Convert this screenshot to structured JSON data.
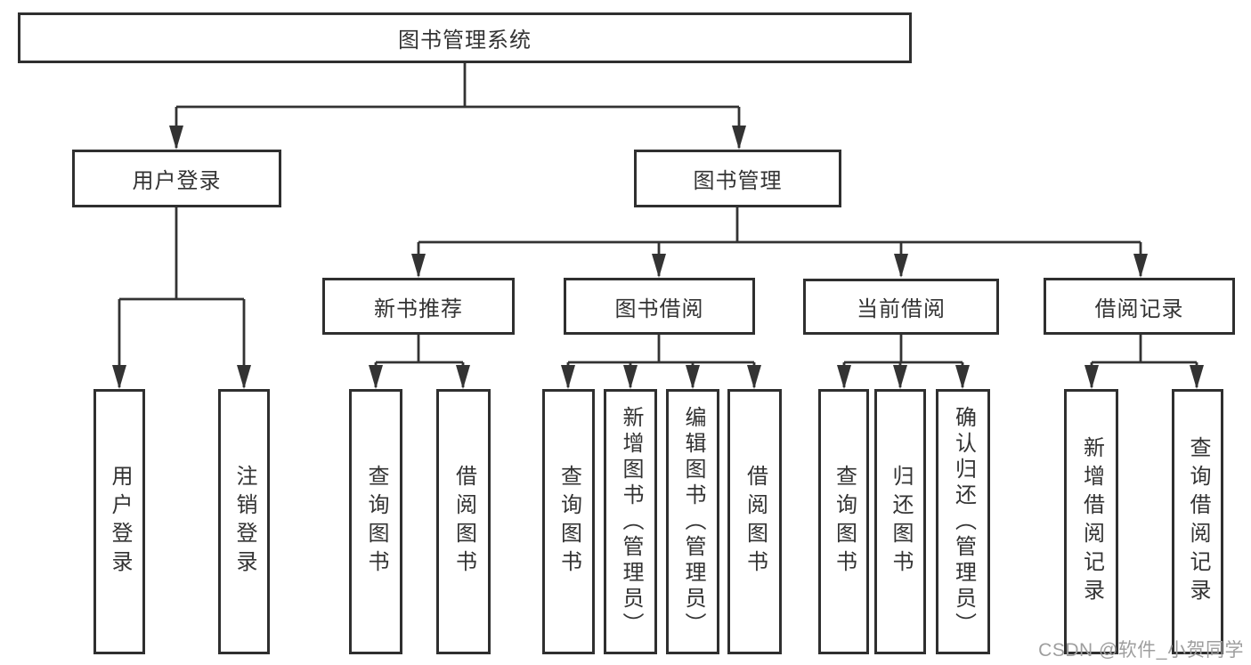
{
  "diagram": {
    "root": {
      "label": "图书管理系统"
    },
    "level2": [
      {
        "label": "用户登录"
      },
      {
        "label": "图书管理"
      }
    ],
    "level3": [
      {
        "label": "新书推荐"
      },
      {
        "label": "图书借阅"
      },
      {
        "label": "当前借阅"
      },
      {
        "label": "借阅记录"
      }
    ],
    "leaves": {
      "user_login": [
        {
          "label": "用户登录"
        },
        {
          "label": "注销登录"
        }
      ],
      "new_book": [
        {
          "label": "查询图书"
        },
        {
          "label": "借阅图书"
        }
      ],
      "book_borrow": [
        {
          "label": "查询图书"
        },
        {
          "label": "新增图书（管理员）"
        },
        {
          "label": "编辑图书（管理员）"
        },
        {
          "label": "借阅图书"
        }
      ],
      "current_borrow": [
        {
          "label": "查询图书"
        },
        {
          "label": "归还图书"
        },
        {
          "label": "确认归还（管理员）"
        }
      ],
      "borrow_records": [
        {
          "label": "新增借阅记录"
        },
        {
          "label": "查询借阅记录"
        }
      ]
    }
  },
  "watermark": {
    "text": "CSDN @软件_小贺同学"
  },
  "colors": {
    "line": "#333333",
    "box_border": "#2f2f2f",
    "text": "#333333",
    "watermark": "#9e9e9e",
    "background": "#ffffff"
  }
}
